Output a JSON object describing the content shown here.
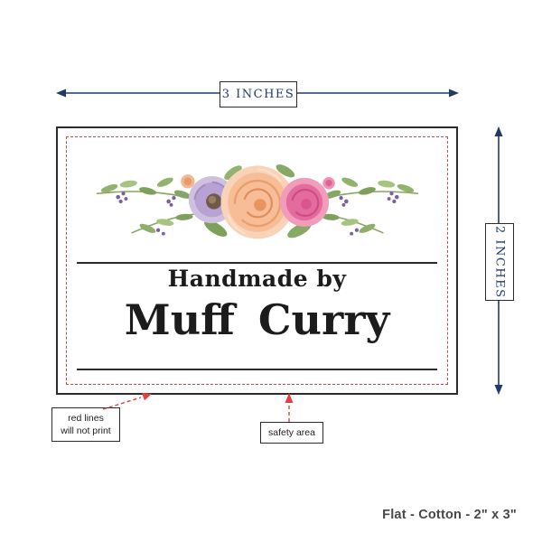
{
  "dimension_labels": {
    "width": "3 INCHES",
    "height": "2 INCHES"
  },
  "label_preview": {
    "line1": "Handmade by",
    "line2": "Muff Curry"
  },
  "callouts": {
    "red_lines_note": "red lines\nwill not print",
    "safety_area_note": "safety area"
  },
  "footer": {
    "product_spec": "Flat - Cotton - 2\" x 3\""
  },
  "colors": {
    "dimension_line": "#1f3a68",
    "safety_line": "#e04040",
    "label_border": "#2b2b2b",
    "label_text": "#1c1c1c"
  }
}
